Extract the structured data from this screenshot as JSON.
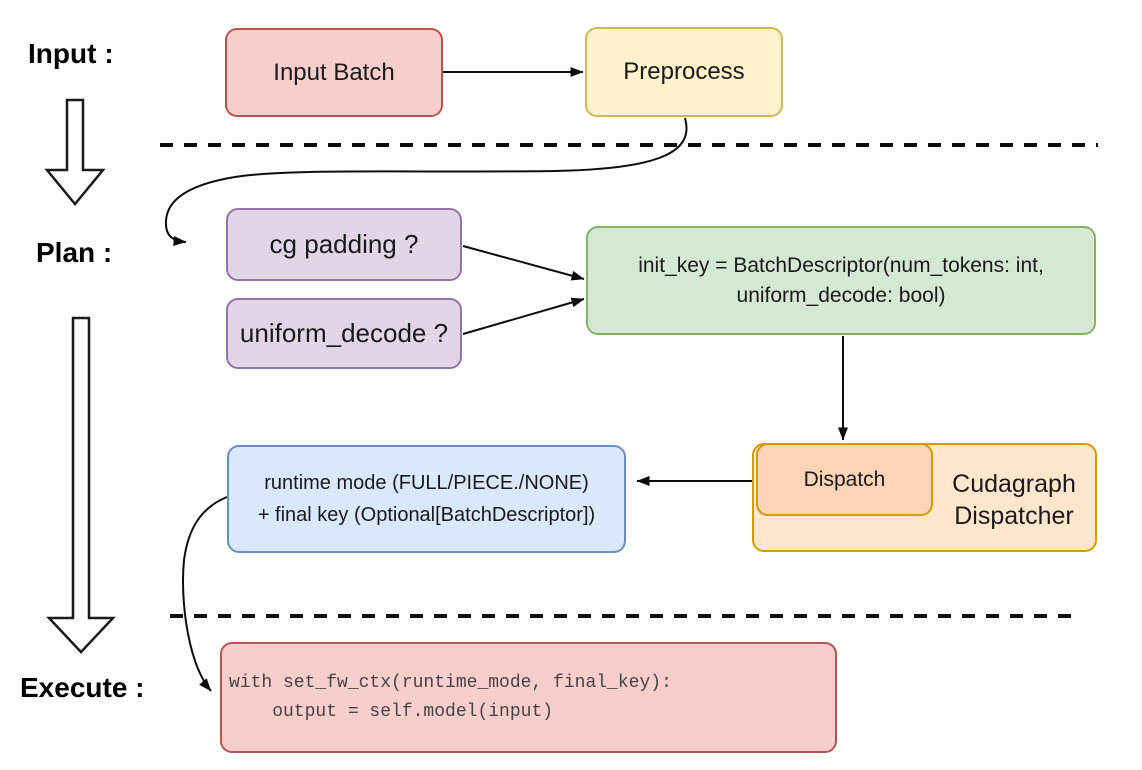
{
  "stages": {
    "input": "Input :",
    "plan": "Plan :",
    "execute": "Execute :"
  },
  "nodes": {
    "input_batch": {
      "label": "Input Batch"
    },
    "preprocess": {
      "label": "Preprocess"
    },
    "cg_padding": {
      "label": "cg padding ?"
    },
    "uniform_decode": {
      "label": "uniform_decode ?"
    },
    "init_key": {
      "lines": [
        "init_key = BatchDescriptor(num_tokens: int,",
        "uniform_decode: bool)"
      ]
    },
    "runtime_result": {
      "lines": [
        "runtime mode (FULL/PIECE./NONE)",
        "+ final key (Optional[BatchDescriptor])"
      ]
    },
    "dispatch": {
      "label": "Dispatch"
    },
    "cudagraph_dispatcher": {
      "lines": [
        "Cudagraph",
        "Dispatcher"
      ]
    },
    "execute_code": {
      "lines": [
        "with set_fw_ctx(runtime_mode, final_key):",
        "    output = self.model(input)"
      ]
    }
  },
  "colors": {
    "red_fill": "#f8cecc",
    "red_stroke": "#b85450",
    "yellow_fill": "#fff2cc",
    "yellow_stroke": "#d6b656",
    "purple_fill": "#e1d5e7",
    "purple_stroke": "#9673a6",
    "green_fill": "#d5e8d4",
    "green_stroke": "#82b366",
    "blue_fill": "#dae8fc",
    "blue_stroke": "#6c8ebf",
    "orange_fill": "#ffe6cc",
    "orange_inner_fill": "#fcd5b8",
    "orange_stroke": "#d79b00",
    "line_color": "#0d0d0d",
    "background": "#ffffff"
  }
}
